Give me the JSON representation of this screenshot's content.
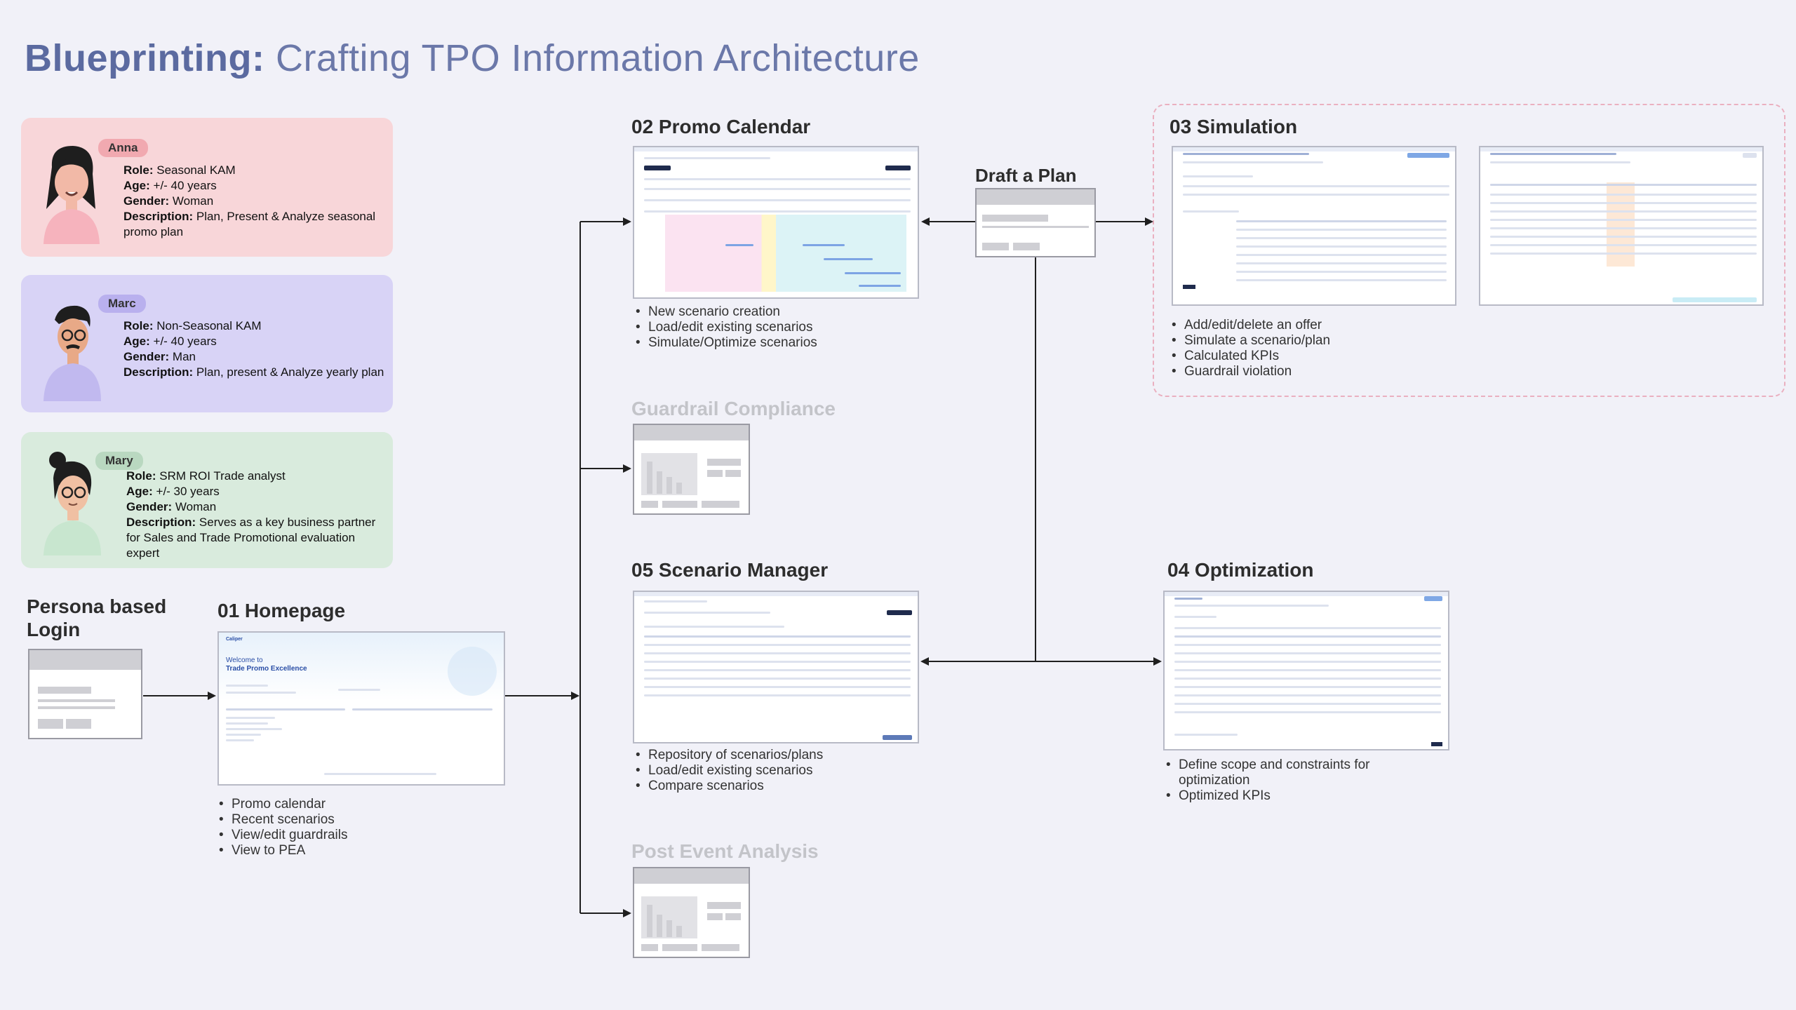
{
  "title": {
    "bold": "Blueprinting:",
    "rest": " Crafting TPO Information Architecture"
  },
  "personas": [
    {
      "name": "Anna",
      "role_label": "Role:",
      "role": "Seasonal KAM",
      "age_label": "Age:",
      "age": "+/- 40 years",
      "gender_label": "Gender:",
      "gender": "Woman",
      "desc_label": "Description:",
      "desc": "Plan, Present & Analyze seasonal promo plan"
    },
    {
      "name": "Marc",
      "role_label": "Role:",
      "role": "Non-Seasonal KAM",
      "age_label": "Age:",
      "age": "+/- 40 years",
      "gender_label": "Gender:",
      "gender": "Man",
      "desc_label": "Description:",
      "desc": "Plan, present & Analyze yearly plan"
    },
    {
      "name": "Mary",
      "role_label": "Role:",
      "role": "SRM ROI Trade analyst",
      "age_label": "Age:",
      "age": "+/- 30 years",
      "gender_label": "Gender:",
      "gender": "Woman",
      "desc_label": "Description:",
      "desc": "Serves as a key business partner for Sales and Trade Promotional evaluation expert"
    }
  ],
  "sections": {
    "login": {
      "label_line1": "Persona based",
      "label_line2": "Login"
    },
    "homepage": {
      "label": "01 Homepage",
      "welcome": "Welcome to",
      "app_name": "Trade Promo Excellence",
      "bullets": [
        "Promo calendar",
        "Recent scenarios",
        "View/edit guardrails",
        "View to PEA"
      ]
    },
    "promo_calendar": {
      "label": "02 Promo Calendar",
      "bullets": [
        "New scenario creation",
        "Load/edit existing scenarios",
        "Simulate/Optimize scenarios"
      ]
    },
    "guardrail": {
      "label": "Guardrail Compliance"
    },
    "scenario_manager": {
      "label": "05 Scenario Manager",
      "bullets": [
        "Repository of scenarios/plans",
        "Load/edit existing scenarios",
        "Compare scenarios"
      ]
    },
    "post_event": {
      "label": "Post Event Analysis"
    },
    "draft_plan": {
      "label": "Draft a Plan"
    },
    "simulation": {
      "label": "03 Simulation",
      "bullets": [
        "Add/edit/delete an offer",
        "Simulate a scenario/plan",
        "Calculated KPIs",
        "Guardrail violation"
      ]
    },
    "optimization": {
      "label": "04 Optimization",
      "bullets": [
        "Define scope and  constraints for optimization",
        "Optimized KPIs"
      ]
    }
  },
  "colors": {
    "title": "#5b6aa0",
    "anna": "#f8d6d9",
    "marc": "#d8d3f6",
    "mary": "#d9ebdd",
    "sim_border": "#eab0c0"
  }
}
